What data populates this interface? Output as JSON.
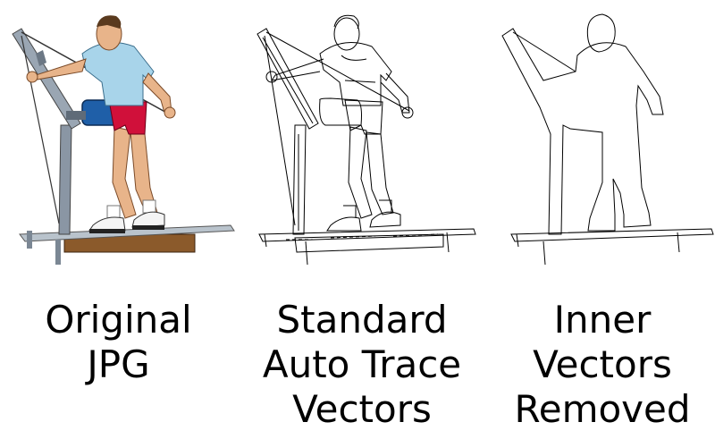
{
  "panels": [
    {
      "caption_lines": [
        "Original",
        "JPG"
      ],
      "style": "color"
    },
    {
      "caption_lines": [
        "Standard",
        "Auto Trace",
        "Vectors"
      ],
      "style": "trace-detailed"
    },
    {
      "caption_lines": [
        "Inner",
        "Vectors",
        "Removed"
      ],
      "style": "trace-outline"
    }
  ],
  "colors": {
    "shirt": "#a8d4ea",
    "shorts": "#d0103a",
    "skin": "#e8b48a",
    "hair": "#5a3a1e",
    "machine_blue": "#1f5fa8",
    "frame_gray": "#8a96a4",
    "wood": "#8b5a2b",
    "deck": "#b9c3cc",
    "outline": "#000000"
  }
}
